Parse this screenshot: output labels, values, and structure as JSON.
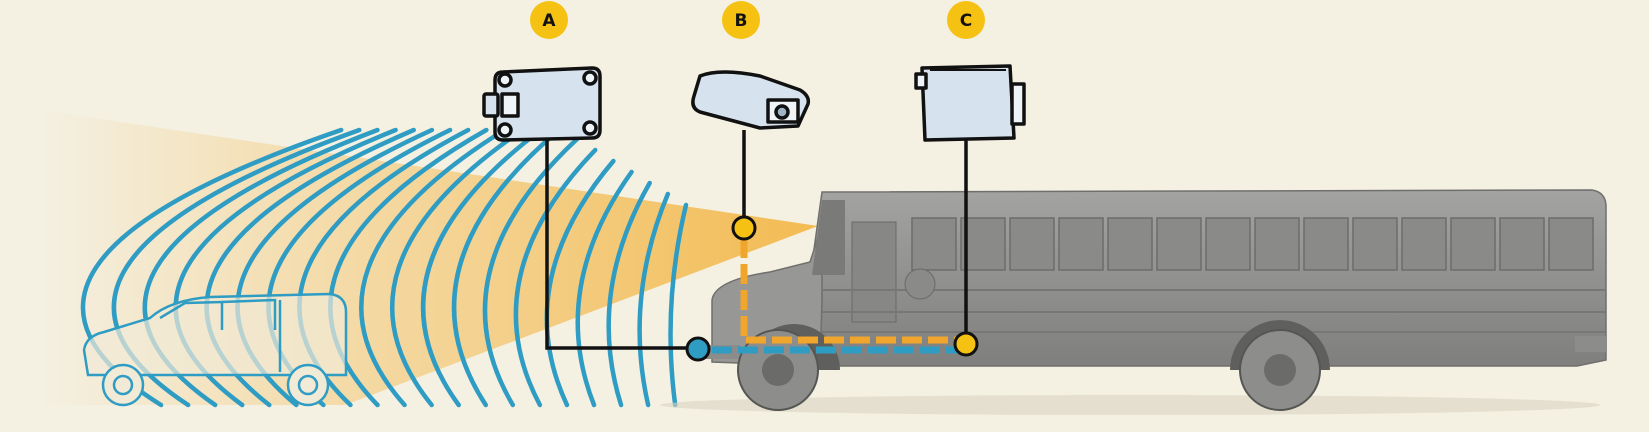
{
  "colors": {
    "background": "#f4f0e2",
    "radar_wave": "#2f9cc4",
    "camera_beam": "#f3b84a",
    "marker_yellow": "#f5c213",
    "bus_gray": "#8e8e8c",
    "component_fill": "#d6e3ee",
    "wire": "#111111",
    "data_link_blue": "#2f9cc4",
    "data_link_orange": "#f0a62c"
  },
  "components": [
    {
      "id": "A",
      "label": "A",
      "icon": "radar-sensor-icon"
    },
    {
      "id": "B",
      "label": "B",
      "icon": "camera-unit-icon"
    },
    {
      "id": "C",
      "label": "C",
      "icon": "control-module-icon"
    }
  ],
  "scene": {
    "vehicle": "school-bus",
    "obstacle": "pickup-truck",
    "radar_wave_count": 20
  }
}
